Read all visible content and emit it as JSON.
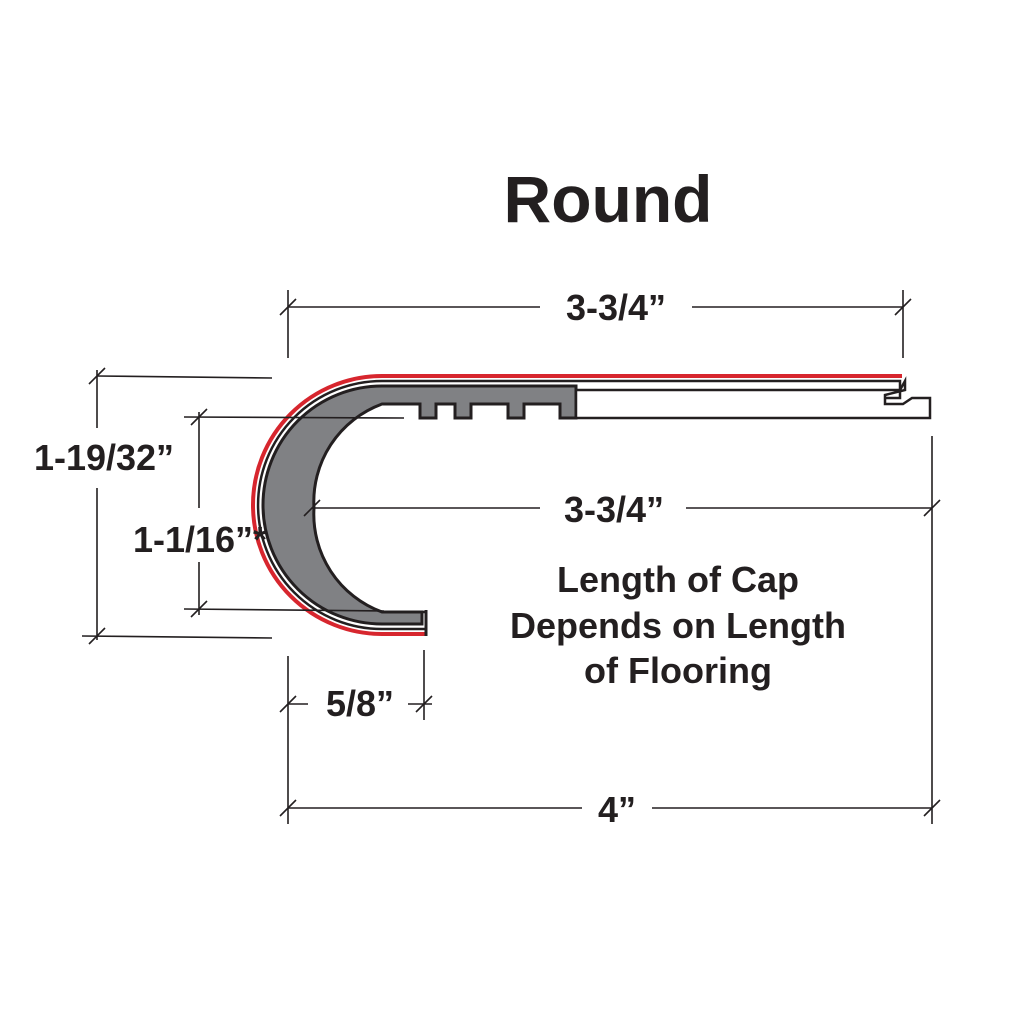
{
  "title": "Round",
  "dimensions": {
    "top_width": "3-3/4”",
    "inner_width": "3-3/4”",
    "overall_width": "4”",
    "overall_height": "1-19/32”",
    "inner_height": "1-1/16”*",
    "lip_width": "5/8”"
  },
  "note": {
    "line1": "Length of Cap",
    "line2": "Depends on Length",
    "line3": "of Flooring"
  },
  "colors": {
    "outline": "#231f20",
    "cap_fill": "#808184",
    "edge_accent": "#d7262e",
    "background": "#ffffff"
  }
}
